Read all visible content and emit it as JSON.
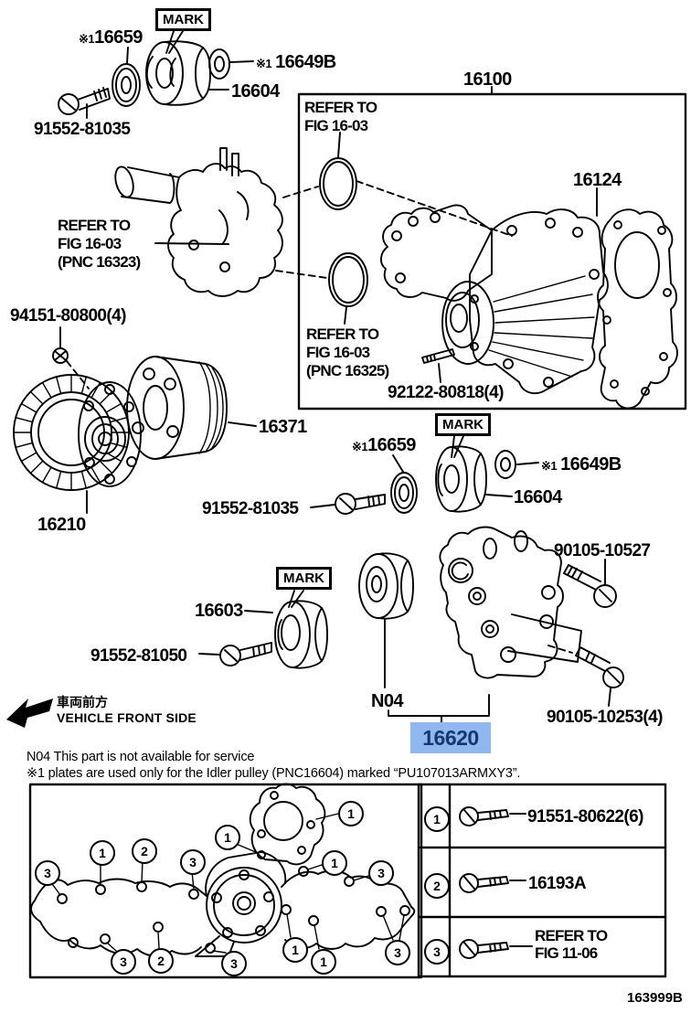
{
  "colors": {
    "highlight_bg": "#8fb8f0",
    "highlight_text": "#17366e",
    "line": "#000000"
  },
  "idler1": {
    "mark": "MARK",
    "washer_prefix": "※1",
    "washer": "16659",
    "plate_prefix": "※1",
    "plate": "16649B",
    "pulley": "16604",
    "bolt": "91552-81035"
  },
  "inlet": {
    "refer": [
      "REFER TO",
      "FIG 16-03",
      "(PNC 16323)"
    ]
  },
  "pump_box": {
    "assy": "16100",
    "refer_top": [
      "REFER TO",
      "FIG 16-03"
    ],
    "gasket": "16124",
    "refer_bottom": [
      "REFER TO",
      "FIG 16-03",
      "(PNC 16325)"
    ],
    "stud_bolt": "92122-80818(4)"
  },
  "fan": {
    "nut": "94151-80800(4)",
    "coupling": "16210",
    "pulley": "16371",
    "bolt": "91552-81035"
  },
  "idler2": {
    "mark": "MARK",
    "washer_prefix": "※1",
    "washer": "16659",
    "plate_prefix": "※1",
    "plate": "16649B",
    "pulley": "16604"
  },
  "bracket": {
    "bolt_upper": "90105-10527",
    "na": "N04",
    "bolt_lower": "90105-10253(4)",
    "assy": "16620"
  },
  "tensioner": {
    "mark": "MARK",
    "assy": "16603",
    "bolt": "91552-81050"
  },
  "front": {
    "jp": "車両前方",
    "en": "VEHICLE FRONT SIDE"
  },
  "notes": {
    "line1": "N04  This part is not available for service",
    "line2": "※1 plates are used only for the Idler pulley (PNC16604) marked “PU107013ARMXY3”."
  },
  "legend": {
    "rows": [
      {
        "no": "1",
        "label": "91551-80622(6)"
      },
      {
        "no": "2",
        "label": "16193A"
      },
      {
        "no": "3",
        "label1": "REFER TO",
        "label2": "FIG 11-06"
      }
    ]
  },
  "callouts": [
    {
      "n": "3"
    },
    {
      "n": "1"
    },
    {
      "n": "2"
    },
    {
      "n": "3"
    },
    {
      "n": "1"
    },
    {
      "n": "1"
    },
    {
      "n": "1"
    },
    {
      "n": "3"
    },
    {
      "n": "3"
    },
    {
      "n": "2"
    },
    {
      "n": "3"
    },
    {
      "n": "1"
    },
    {
      "n": "1"
    },
    {
      "n": "3"
    }
  ],
  "footer": "163999B"
}
